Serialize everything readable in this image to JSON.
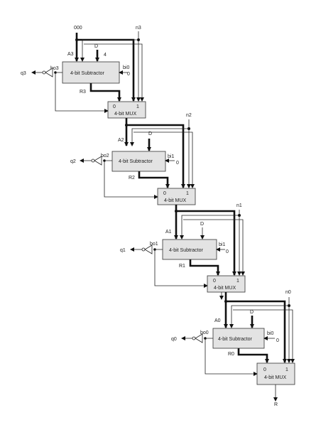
{
  "inputs": {
    "top_input": "000",
    "n3": "n3",
    "n2": "n2",
    "n1": "n1",
    "n0": "n0",
    "output": "R"
  },
  "stages": [
    {
      "subtractor_label": "4-bit Subtractor",
      "mux_label": "4-bit MUX",
      "mux_in0": "0",
      "mux_in1": "1",
      "a_label": "A3",
      "d_label": "D",
      "width_label": "4",
      "bi_label": "bi0",
      "bi_value": "0",
      "bo_label": "bo3",
      "q_label": "q3",
      "r_label": "R3"
    },
    {
      "subtractor_label": "4-bit Subtractor",
      "mux_label": "4-bit MUX",
      "mux_in0": "0",
      "mux_in1": "1",
      "a_label": "A2",
      "d_label": "D",
      "bi_label": "bi1",
      "bi_value": "0",
      "bo_label": "bo2",
      "q_label": "q2",
      "r_label": "R2"
    },
    {
      "subtractor_label": "4-bit Subtractor",
      "mux_label": "4-bit MUX",
      "mux_in0": "0",
      "mux_in1": "1",
      "a_label": "A1",
      "d_label": "D",
      "bi_label": "bi1",
      "bi_value": "0",
      "bo_label": "bo1",
      "q_label": "q1",
      "r_label": "R1"
    },
    {
      "subtractor_label": "4-bit Subtractor",
      "mux_label": "4-bit MUX",
      "mux_in0": "0",
      "mux_in1": "1",
      "a_label": "A0",
      "d_label": "D",
      "bi_label": "bi0",
      "bi_value": "0",
      "bo_label": "bo0",
      "q_label": "q0",
      "r_label": "R0"
    }
  ]
}
